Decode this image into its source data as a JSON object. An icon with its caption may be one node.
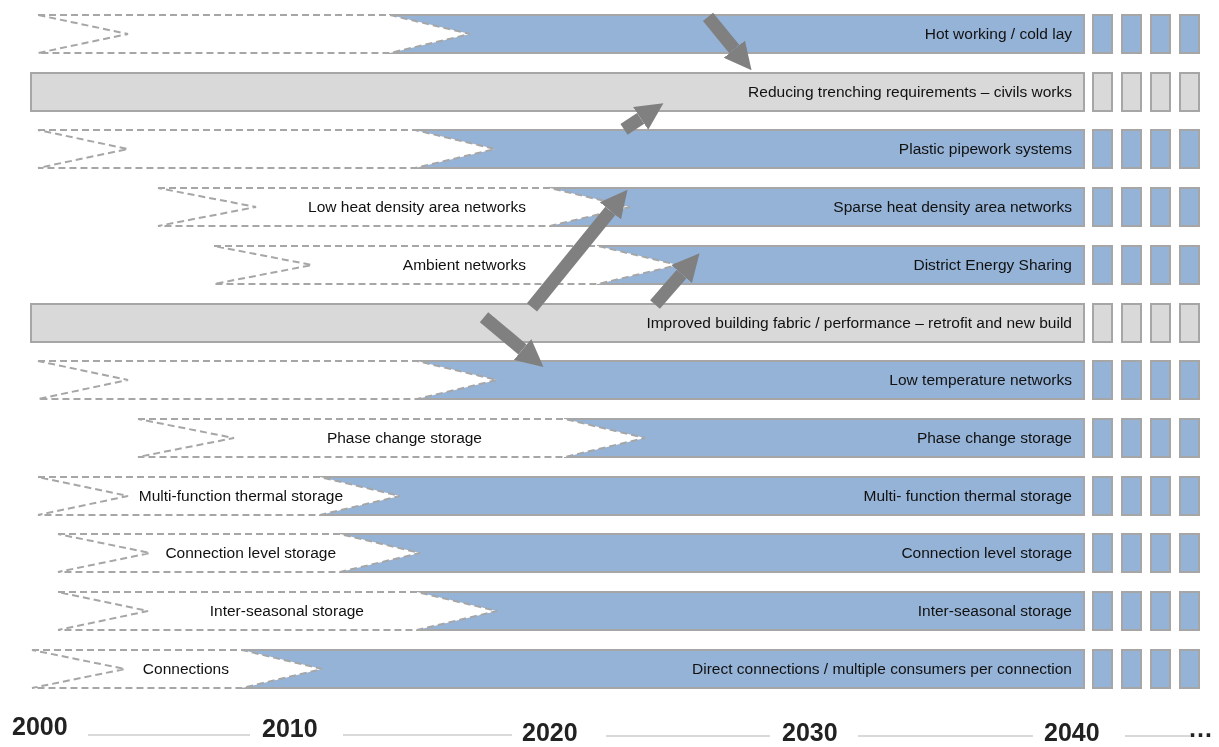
{
  "diagram": {
    "nodes": [
      {
        "text": [
          "Hot working / cold lay"
        ]
      },
      {
        "text": [
          "Reducing trenching requirements – civils works"
        ]
      },
      {
        "text": [
          "Plastic pipework systems"
        ]
      },
      {
        "text": [
          "Low heat density area networks",
          "Sparse heat density area networks"
        ]
      },
      {
        "text": [
          "Ambient networks",
          "District Energy Sharing"
        ]
      },
      {
        "text": [
          "Improved building fabric / performance – retrofit and new build"
        ]
      },
      {
        "text": [
          "Low temperature networks"
        ]
      },
      {
        "text": [
          "Phase change storage",
          "Phase change storage"
        ]
      },
      {
        "text": [
          "Multi-function thermal storage",
          "Multi- function thermal storage"
        ]
      },
      {
        "text": [
          "Connection level storage",
          "Connection level storage"
        ]
      },
      {
        "text": [
          "Inter-seasonal storage",
          "Inter-seasonal storage"
        ]
      },
      {
        "text": [
          "Connections",
          "Direct connections / multiple consumers per connection"
        ]
      }
    ],
    "edges": [
      {
        "from": 0,
        "to": 1,
        "arrow": "to"
      },
      {
        "from": 2,
        "to": 1,
        "arrow": "to"
      },
      {
        "from": 5,
        "to": 3,
        "arrow": "to"
      },
      {
        "from": 5,
        "to": 4,
        "arrow": "to"
      },
      {
        "from": 5,
        "to": 6,
        "arrow": "to"
      }
    ],
    "labels": [
      "2000",
      "2010",
      "2020",
      "2030",
      "2040",
      "…"
    ]
  }
}
